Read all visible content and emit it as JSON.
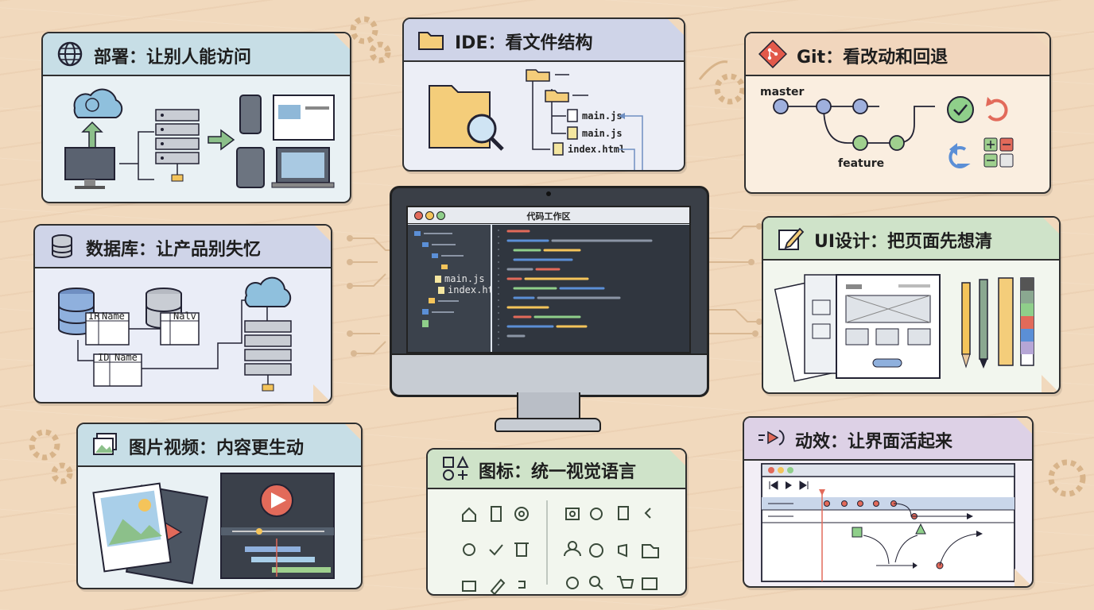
{
  "cards": {
    "deploy": {
      "title": "部署：让别人能访问",
      "icon": "globe-icon"
    },
    "ide": {
      "title": "IDE：看文件结构",
      "icon": "folder-icon",
      "files": [
        "main.js",
        "main.js",
        "index.html"
      ]
    },
    "git": {
      "title": "Git：看改动和回退",
      "icon": "git-icon",
      "branch_main": "master",
      "branch_feature": "feature"
    },
    "database": {
      "title": "数据库：让产品别失忆",
      "icon": "database-icon",
      "table1_cols": [
        "IR",
        "Name"
      ],
      "table2_cols": [
        "Nalv"
      ],
      "table3_cols": [
        "ID",
        "Name"
      ]
    },
    "ui": {
      "title": "UI设计：把页面先想清",
      "icon": "pencil-icon"
    },
    "media": {
      "title": "图片视频：内容更生动",
      "icon": "image-icon"
    },
    "icons": {
      "title": "图标：统一视觉语言",
      "icon": "shapes-icon"
    },
    "motion": {
      "title": "动效：让界面活起来",
      "icon": "motion-icon"
    }
  },
  "monitor": {
    "window_title": "代码工作区",
    "files": [
      "main.js",
      "index.html"
    ]
  },
  "colors": {
    "blue": "#c9dfe6",
    "purple": "#cfd4e8",
    "orange": "#f3dcc5",
    "green": "#cfe3c9",
    "lavender": "#ddd1e6",
    "dark": "#2f2f2f"
  }
}
